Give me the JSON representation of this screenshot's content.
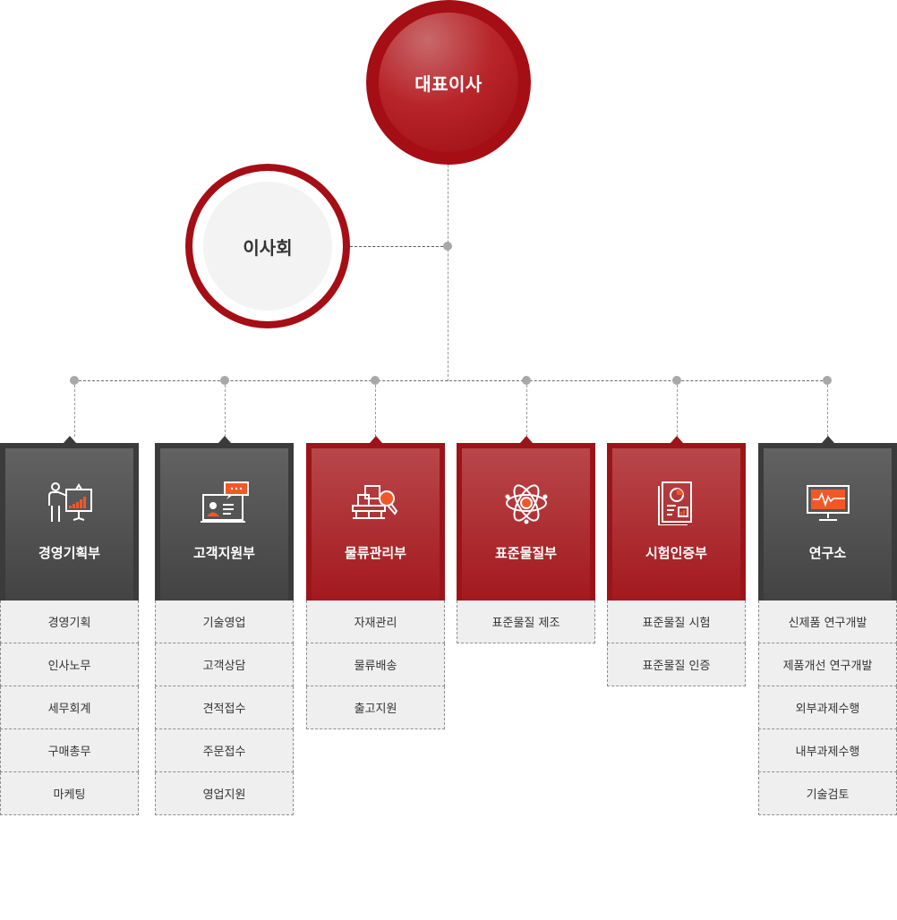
{
  "ceo": {
    "label": "대표이사"
  },
  "board": {
    "label": "이사회"
  },
  "departments": [
    {
      "name": "경영기획부",
      "style": "dark",
      "icon": "presentation-chart-icon",
      "items": [
        "경영기획",
        "인사노무",
        "세무회계",
        "구매총무",
        "마케팅"
      ]
    },
    {
      "name": "고객지원부",
      "style": "dark",
      "icon": "customer-support-monitor-icon",
      "items": [
        "기술영업",
        "고객상담",
        "견적접수",
        "주문접수",
        "영업지원"
      ]
    },
    {
      "name": "물류관리부",
      "style": "red",
      "icon": "logistics-search-icon",
      "items": [
        "자재관리",
        "물류배송",
        "출고지원"
      ]
    },
    {
      "name": "표준물질부",
      "style": "red",
      "icon": "atom-icon",
      "items": [
        "표준물질 제조"
      ]
    },
    {
      "name": "시험인증부",
      "style": "red",
      "icon": "test-report-document-icon",
      "items": [
        "표준물질 시험",
        "표준물질 인증"
      ]
    },
    {
      "name": "연구소",
      "style": "dark",
      "icon": "monitor-waveform-icon",
      "items": [
        "신제품 연구개발",
        "제품개선 연구개발",
        "외부과제수행",
        "내부과제수행",
        "기술검토"
      ]
    }
  ],
  "colors": {
    "accent_red": "#a50e15",
    "dark": "#3b3b3b",
    "sub_bg": "#efefef",
    "icon_orange": "#f0582a"
  }
}
